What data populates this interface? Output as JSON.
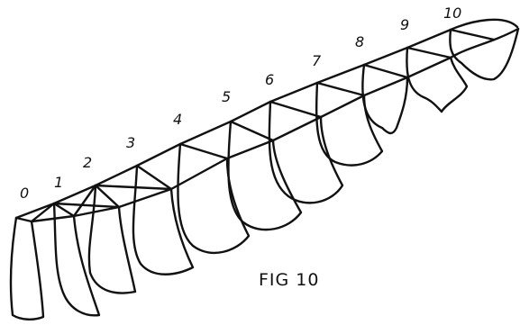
{
  "figure": {
    "caption": "FIG 10",
    "station_labels": [
      "0",
      "1",
      "2",
      "3",
      "4",
      "5",
      "6",
      "7",
      "8",
      "9",
      "10"
    ]
  }
}
